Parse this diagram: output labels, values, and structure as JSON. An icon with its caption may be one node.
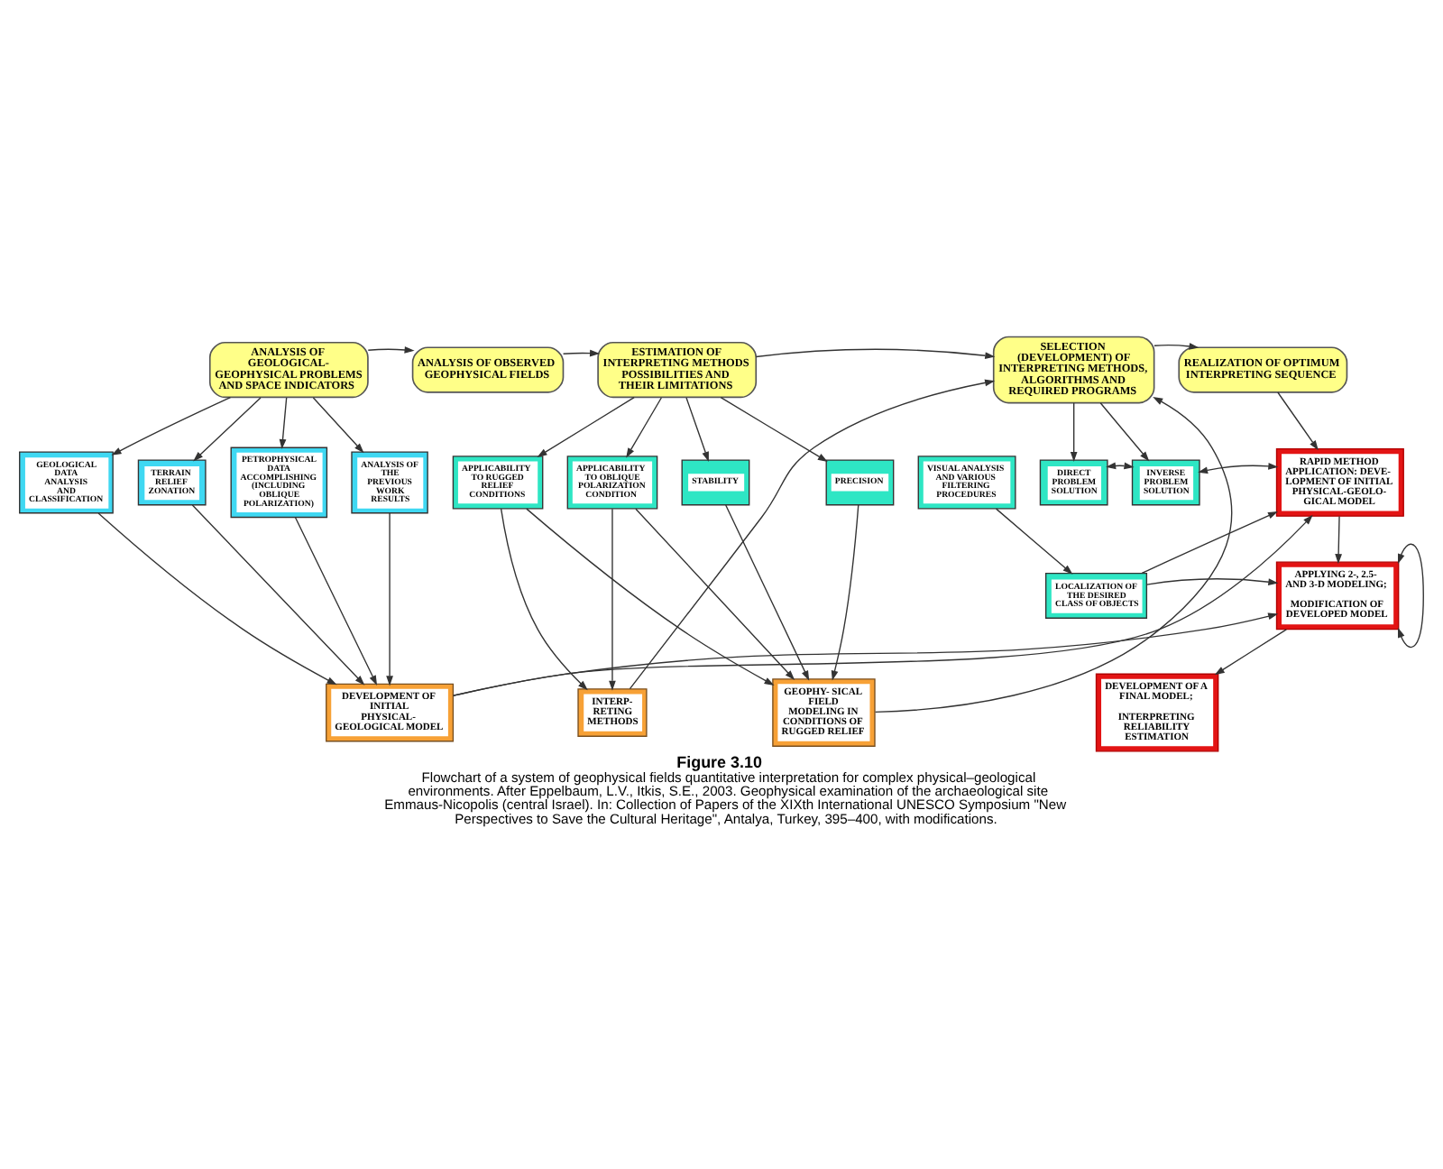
{
  "diagram": {
    "title": "Figure 3.10",
    "caption": "Flowchart of a system of geophysical fields quantitative interpretation for complex physical–geological environments. After Eppelbaum, L.V., Itkis, S.E., 2003. Geophysical examination of the archaeological site Emmaus-Nicopolis (central Israel). In: Collection of Papers of the XIXth International UNESCO Symposium \"New Perspectives to Save the Cultural Heritage\", Antalya, Turkey, 395–400, with modifications.",
    "nodes": [
      {
        "text": [
          "ANALYSIS OF GEOLOGICAL- GEOPHYSICAL PROBLEMS AND SPACE INDICATORS"
        ]
      },
      {
        "text": [
          "ANALYSIS OF OBSERVED GEOPHYSICAL FIELDS"
        ]
      },
      {
        "text": [
          "ESTIMATION OF INTERPRETING METHODS POSSIBILITIES AND THEIR LIMITATIONS"
        ]
      },
      {
        "text": [
          "SELECTION (DEVELOPMENT) OF INTERPRETING METHODS, ALGORITHMS AND REQUIRED PROGRAMS"
        ]
      },
      {
        "text": [
          "REALIZATION OF OPTIMUM INTERPRETING SEQUENCE"
        ]
      },
      {
        "text": [
          "GEOLOGICAL DATA ANALYSIS AND CLASSIFICATION"
        ]
      },
      {
        "text": [
          "TERRAIN RELIEF ZONATION"
        ]
      },
      {
        "text": [
          "PETROPHYSICAL DATA ACCOMPLISHING (INCLUDING OBLIQUE POLARIZATION)"
        ]
      },
      {
        "text": [
          "ANALYSIS OF THE PREVIOUS WORK RESULTS"
        ]
      },
      {
        "text": [
          "VISUAL ANALYSIS AND VARIOUS FILTERING PROCEDURES"
        ]
      },
      {
        "text": [
          "APPLICABILITY TO RUGGED RELIEF CONDITIONS"
        ]
      },
      {
        "text": [
          "APPLICABILITY TO OBLIQUE POLARIZATION CONDITION"
        ]
      },
      {
        "text": [
          "STABILITY"
        ]
      },
      {
        "text": [
          "PRECISION"
        ]
      },
      {
        "text": [
          "DIRECT PROBLEM SOLUTION"
        ]
      },
      {
        "text": [
          "INVERSE PROBLEM SOLUTION"
        ]
      },
      {
        "text": [
          "RAPID METHOD APPLICATION: DEVE- LOPMENT OF INITIAL PHYSICAL-GEOLO- GICAL MODEL"
        ]
      },
      {
        "text": [
          "LOCALIZATION OF THE DESIRED CLASS OF OBJECTS"
        ]
      },
      {
        "text": [
          "APPLYING 2-, 2.5- AND 3-D MODELING;",
          "MODIFICATION OF DEVELOPED MODEL"
        ]
      },
      {
        "text": [
          "DEVELOPMENT OF INITIAL PHYSICAL- GEOLOGICAL MODEL"
        ]
      },
      {
        "text": [
          "INTERP- RETING METHODS"
        ]
      },
      {
        "text": [
          "GEOPHY- SICAL FIELD MODELING IN CONDITIONS OF RUGGED RELIEF"
        ]
      },
      {
        "text": [
          "DEVELOPMENT OF A FINAL MODEL;",
          "INTERPRETING RELIABILITY ESTIMATION"
        ]
      }
    ],
    "edges": [
      {
        "from": 0,
        "to": 1,
        "arrow": "to"
      },
      {
        "from": 1,
        "to": 2,
        "arrow": "to"
      },
      {
        "from": 2,
        "to": 3,
        "arrow": "to"
      },
      {
        "from": 3,
        "to": 4,
        "arrow": "to"
      },
      {
        "from": 0,
        "to": 5,
        "arrow": "to"
      },
      {
        "from": 0,
        "to": 6,
        "arrow": "to"
      },
      {
        "from": 0,
        "to": 7,
        "arrow": "to"
      },
      {
        "from": 0,
        "to": 8,
        "arrow": "to"
      },
      {
        "from": 5,
        "to": 19,
        "arrow": "to"
      },
      {
        "from": 6,
        "to": 19,
        "arrow": "to"
      },
      {
        "from": 7,
        "to": 19,
        "arrow": "to"
      },
      {
        "from": 8,
        "to": 19,
        "arrow": "to"
      },
      {
        "from": 9,
        "to": 17,
        "arrow": "to"
      },
      {
        "from": 2,
        "to": 10,
        "arrow": "to"
      },
      {
        "from": 2,
        "to": 11,
        "arrow": "to"
      },
      {
        "from": 2,
        "to": 12,
        "arrow": "to"
      },
      {
        "from": 2,
        "to": 13,
        "arrow": "to"
      },
      {
        "from": 10,
        "to": 20,
        "arrow": "to"
      },
      {
        "from": 11,
        "to": 20,
        "arrow": "to"
      },
      {
        "from": 10,
        "to": 21,
        "arrow": "to"
      },
      {
        "from": 11,
        "to": 21,
        "arrow": "to"
      },
      {
        "from": 12,
        "to": 21,
        "arrow": "to"
      },
      {
        "from": 13,
        "to": 21,
        "arrow": "to"
      },
      {
        "from": 3,
        "to": 14,
        "arrow": "to"
      },
      {
        "from": 3,
        "to": 15,
        "arrow": "to"
      },
      {
        "from": 14,
        "to": 15,
        "arrow": "both"
      },
      {
        "from": 15,
        "to": 16,
        "arrow": "both"
      },
      {
        "from": 4,
        "to": 16,
        "arrow": "to"
      },
      {
        "from": 16,
        "to": 18,
        "arrow": "to"
      },
      {
        "from": 18,
        "to": 22,
        "arrow": "to"
      },
      {
        "from": 18,
        "to": 18,
        "arrow": "both"
      },
      {
        "from": 20,
        "to": 3,
        "arrow": "to"
      },
      {
        "from": 21,
        "to": 3,
        "arrow": "to"
      },
      {
        "from": 19,
        "to": 16,
        "arrow": "to"
      },
      {
        "from": 19,
        "to": 18,
        "arrow": "to"
      },
      {
        "from": 17,
        "to": 16,
        "arrow": "to"
      },
      {
        "from": 17,
        "to": 18,
        "arrow": "to"
      }
    ]
  }
}
